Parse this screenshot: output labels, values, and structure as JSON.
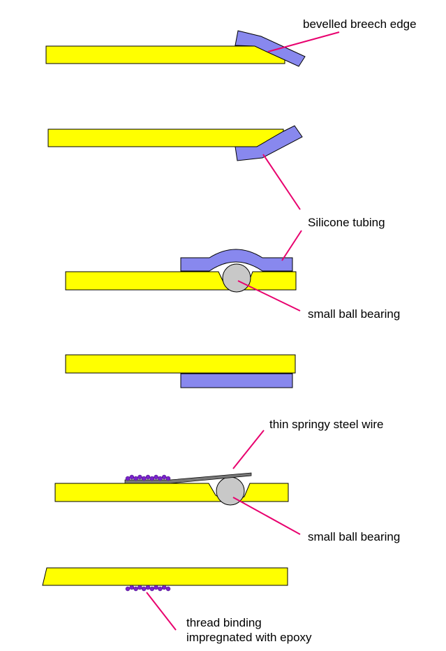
{
  "colors": {
    "tube": "#ffff00",
    "silicone": "#8888ee",
    "ball": "#c8c8c8",
    "binding": "#7a22cc",
    "wire": "#777777",
    "leader": "#e8006e",
    "outline": "#000000"
  },
  "labels": {
    "bevelled_breech_edge": "bevelled breech edge",
    "silicone_tubing": "Silicone tubing",
    "small_ball_bearing_1": "small ball bearing",
    "thin_springy_steel_wire": "thin springy steel wire",
    "small_ball_bearing_2": "small ball bearing",
    "thread_binding_line1": "thread binding",
    "thread_binding_line2": "impregnated with epoxy"
  }
}
